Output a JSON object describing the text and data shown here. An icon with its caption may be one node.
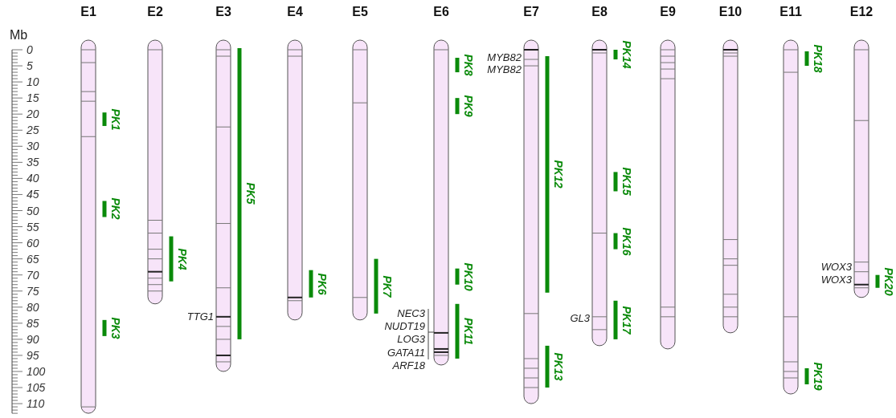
{
  "diagram": {
    "nodes": [
      {
        "text": [
          "E1"
        ]
      },
      {
        "text": [
          "E2"
        ]
      },
      {
        "text": [
          "E3"
        ]
      },
      {
        "text": [
          "E4"
        ]
      },
      {
        "text": [
          "E5"
        ]
      },
      {
        "text": [
          "E6"
        ]
      },
      {
        "text": [
          "E7"
        ]
      },
      {
        "text": [
          "E8"
        ]
      },
      {
        "text": [
          "E9"
        ]
      },
      {
        "text": [
          "E10"
        ]
      },
      {
        "text": [
          "E11"
        ]
      },
      {
        "text": [
          "E12"
        ]
      }
    ],
    "labels": [
      "Mb",
      "0",
      "5",
      "10",
      "15",
      "20",
      "25",
      "30",
      "35",
      "40",
      "45",
      "50",
      "55",
      "60",
      "65",
      "70",
      "75",
      "80",
      "85",
      "90",
      "95",
      "100",
      "105",
      "110",
      "PK1",
      "PK2",
      "PK3",
      "PK4",
      "TTG1",
      "PK5",
      "PK6",
      "PK7",
      "PK8",
      "PK9",
      "PK10",
      "NEC3",
      "NUDT19",
      "LOG3",
      "GATA11",
      "ARF18",
      "PK11",
      "MYB82",
      "MYB82",
      "PK12",
      "PK13",
      "PK14",
      "PK15",
      "PK16",
      "GL3",
      "PK17",
      "PK18",
      "PK19",
      "WOX3",
      "WOX3",
      "PK20"
    ]
  }
}
